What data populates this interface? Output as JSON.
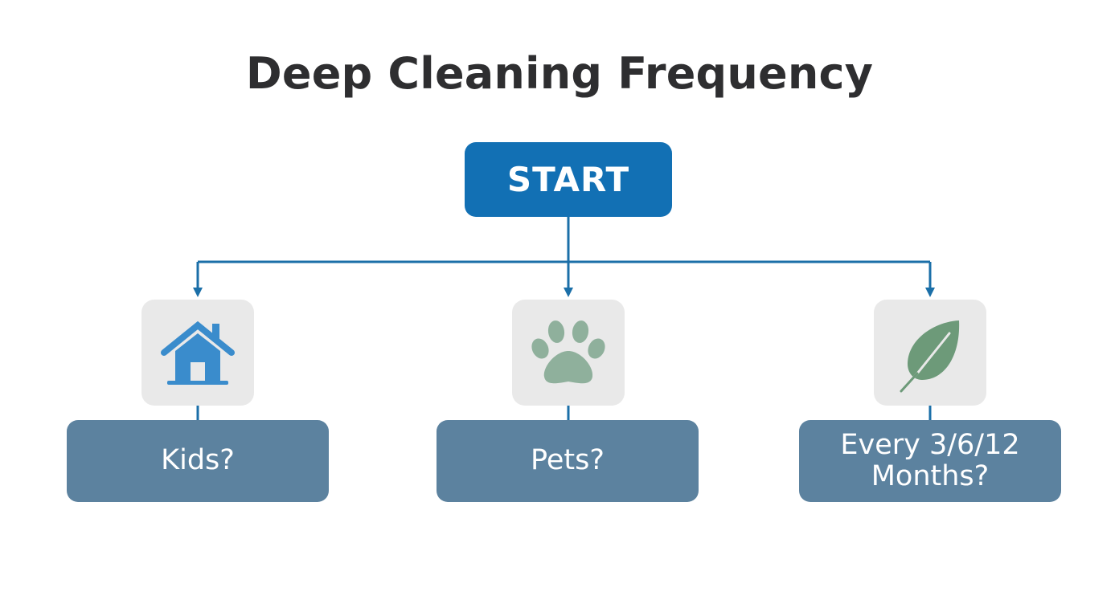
{
  "title": "Deep Cleaning Frequency",
  "start": {
    "label": "START"
  },
  "branches": [
    {
      "label": "Kids?",
      "icon": "house-icon"
    },
    {
      "label": "Pets?",
      "icon": "paw-icon"
    },
    {
      "label": "Every 3/6/12 Months?",
      "icon": "leaf-icon"
    }
  ],
  "colors": {
    "start": "#1270b4",
    "connector": "#1b6fa8",
    "label_box": "#5c829f",
    "icon_tile": "#e9e9e9",
    "house": "#3a8ccc",
    "paw": "#8fb09c",
    "leaf": "#6d9a79"
  }
}
